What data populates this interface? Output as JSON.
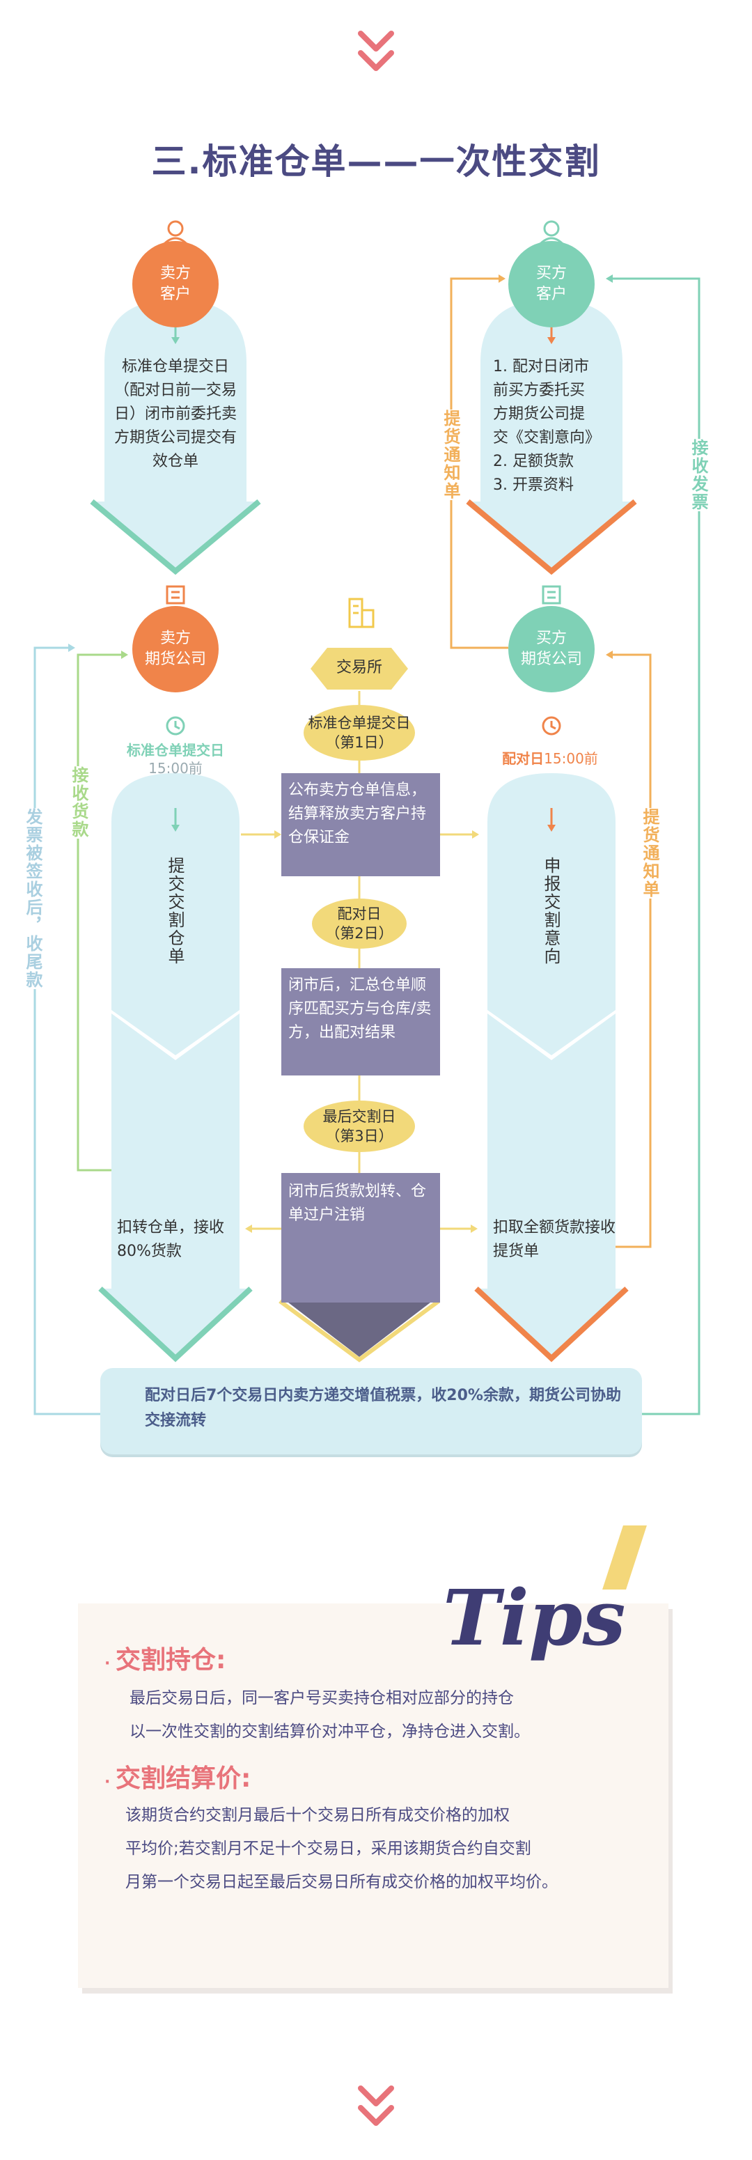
{
  "title": "三.标准仓单——一次性交割",
  "seller": {
    "client": [
      "卖方",
      "客户"
    ],
    "client_text": "标准仓单提交日（配对日前一交易日）闭市前委托卖方期货公司提交有效仓单",
    "futures": [
      "卖方",
      "期货公司"
    ],
    "time_label": "标准仓单提交日",
    "time_sub": "15:00前",
    "column_text": "提交交割仓单",
    "bottom_text": "扣转仓单，接收80%货款",
    "side_receive": "接收货款",
    "side_invoice": "发票被签收后，收尾款"
  },
  "buyer": {
    "client": [
      "买方",
      "客户"
    ],
    "client_lines": [
      "1. 配对日闭市",
      "前买方委托买",
      "方期货公司提",
      "交《交割意向》",
      "2. 足额货款",
      "3. 开票资料"
    ],
    "futures": [
      "买方",
      "期货公司"
    ],
    "time_label": "配对日",
    "time_sub": "15:00前",
    "column_text": "申报交割意向",
    "bottom_text": "扣取全额货款接收提货单",
    "side_notice_top": "提货通知单",
    "side_notice_bottom": "提货通知单",
    "side_invoice": "接收发票"
  },
  "exchange": {
    "label": "交易所",
    "step1": [
      "标准仓单提交日",
      "（第1日）"
    ],
    "box1": "公布卖方仓单信息，结算释放卖方客户持仓保证金",
    "step2": [
      "配对日",
      "（第2日）"
    ],
    "box2": "闭市后，汇总仓单顺序匹配买方与仓库/卖方，出配对结果",
    "step3": [
      "最后交割日",
      "（第3日）"
    ],
    "box3": "闭市后货款划转、仓单过户注销"
  },
  "bottom_note": "配对日后7个交易日内卖方递交增值税票，收20%余款，期货公司协助交接流转",
  "tips": {
    "heading": "Tips",
    "sections": [
      {
        "title": "交割持仓:",
        "lines": [
          "最后交易日后，同一客户号买卖持仓相对应部分的持仓",
          "以一次性交割的交割结算价对冲平仓，净持仓进入交割。"
        ]
      },
      {
        "title": "交割结算价:",
        "lines": [
          "该期货合约交割月最后十个交易日所有成交价格的加权",
          "平均价;若交割月不足十个交易日，采用该期货合约自交割",
          "月第一个交易日起至最后交易日所有成交价格的加权平均价。"
        ]
      }
    ]
  },
  "colors": {
    "title": "#4b4a82",
    "orange": "#f0844a",
    "green": "#7fd1b6",
    "light_blue": "#d9f0f5",
    "yellow": "#f2d97a",
    "purple": "#8a86ab",
    "tips_red": "#e8737a"
  },
  "icons": [
    "chevron-down-icon",
    "user-icon",
    "building-icon",
    "clock-icon",
    "arrow-icon"
  ]
}
